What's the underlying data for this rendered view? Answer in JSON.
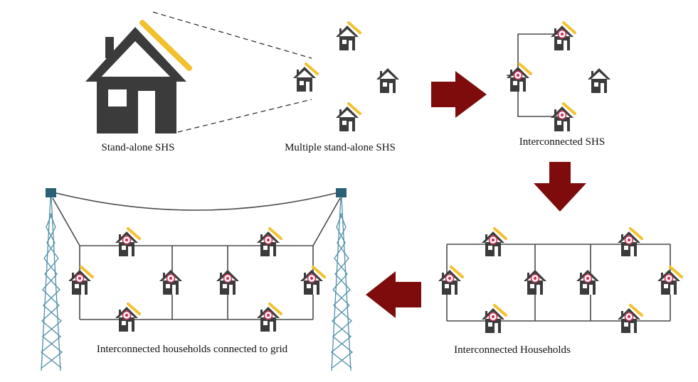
{
  "labels": {
    "standalone": "Stand-alone SHS",
    "multiple": "Multiple stand-alone SHS",
    "interconnected_shs": "Interconnected SHS",
    "interconnected_households": "Interconnected Households",
    "grid_connected": "Interconnected households connected to grid"
  },
  "colors": {
    "house": "#3b3b3b",
    "solar_panel": "#f2c12e",
    "arrow": "#7e0c0c",
    "meter": "#c9345a",
    "tower": "#4e8fa7",
    "wire": "#4a4a4a"
  },
  "icons": {
    "house": "house-icon",
    "solar_panel": "solar-panel-icon",
    "meter": "meter-icon",
    "arrow": "arrow-icon",
    "tower": "transmission-tower-icon"
  }
}
